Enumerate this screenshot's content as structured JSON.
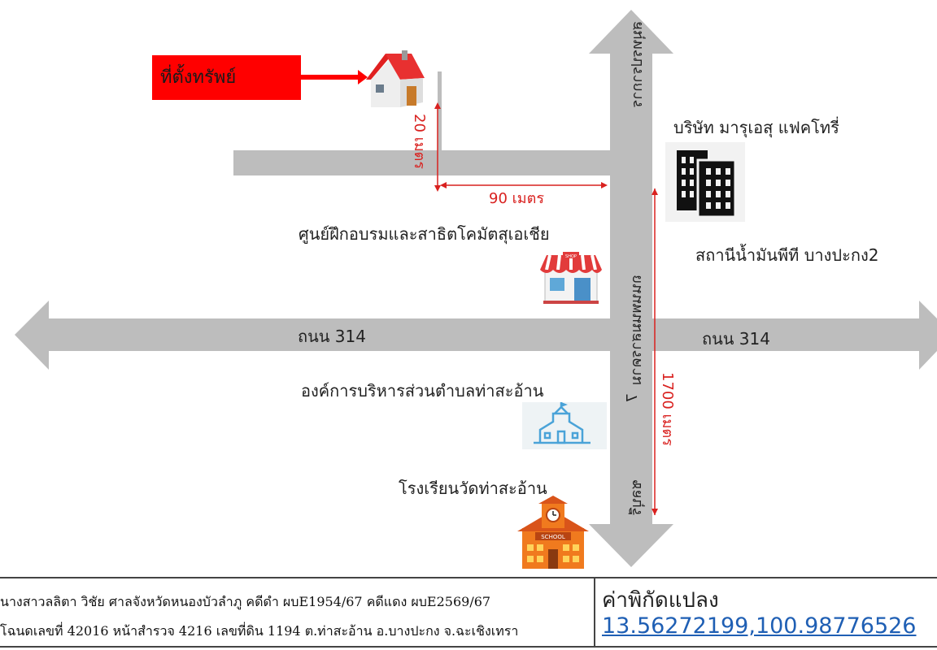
{
  "target": {
    "label": "ที่ตั้งทรัพย์"
  },
  "roads": {
    "north_road": "สมุทรปราการ",
    "main_road_upper": "ถนนพนมสารคาม",
    "main_road_lower": "7",
    "south_road": "ชลบุรี",
    "hwy_left": "ถนน 314",
    "hwy_right": "ถนน 314"
  },
  "distances": {
    "d20": "20 เมตร",
    "d90": "90 เมตร",
    "d1700": "1700 เมตร"
  },
  "landmarks": {
    "factory": "บริษัท มารุเอสุ แฟคโทรี่",
    "gas_station": "สถานีน้ำมันพีที บางปะกง2",
    "training_center": "ศูนย์ฝึกอบรมและสาธิตโคมัตสุเอเชีย",
    "tao_office": "องค์การบริหารส่วนตำบลท่าสะอ้าน",
    "school": "โรงเรียนวัดท่าสะอ้าน"
  },
  "icons": {
    "shop_sign": "SHOP",
    "school_sign": "SCHOOL"
  },
  "footer": {
    "line1": "นางสาวลลิตา  วิชัย ศาลจังหวัดหนองบัวลำภู คดีดำ ผบE1954/67 คดีแดง ผบE2569/67",
    "line2": "โฉนดเลขที่ 42016  หน้าสำรวจ 4216  เลขที่ดิน 1194 ต.ท่าสะอ้าน อ.บางปะกง จ.ฉะเชิงเทรา",
    "coord_title": "ค่าพิกัดแปลง",
    "coord_value": "13.56272199,100.98776526"
  },
  "colors": {
    "road": "#bdbdbd",
    "accent_red": "#ff0000",
    "distance_red": "#d9211f",
    "link_blue": "#1f5fb4"
  }
}
